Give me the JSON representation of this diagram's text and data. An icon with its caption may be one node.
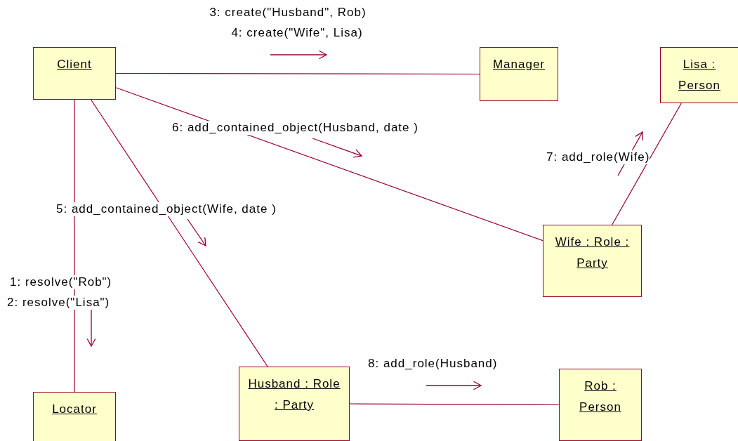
{
  "diagram": {
    "nodes": [
      {
        "text": [
          "Client"
        ]
      },
      {
        "text": [
          "Manager"
        ]
      },
      {
        "text": [
          "Lisa : Person"
        ]
      },
      {
        "text": [
          "Wife : Role : Party"
        ]
      },
      {
        "text": [
          "Locator"
        ]
      },
      {
        "text": [
          "Husband : Role : Party"
        ]
      },
      {
        "text": [
          "Rob : Person"
        ]
      }
    ],
    "edges": [
      {
        "from": 0,
        "to": 1,
        "arrow": "none"
      },
      {
        "from": 0,
        "to": 3,
        "arrow": "none"
      },
      {
        "from": 0,
        "to": 5,
        "arrow": "none"
      },
      {
        "from": 0,
        "to": 4,
        "arrow": "none"
      },
      {
        "from": 3,
        "to": 2,
        "arrow": "none"
      },
      {
        "from": 5,
        "to": 6,
        "arrow": "none"
      }
    ],
    "labels": [
      "3: create(\"Husband\", Rob)",
      "4: create(\"Wife\", Lisa)",
      "6: add_contained_object(Husband, date )",
      "7: add_role(Wife)",
      "5: add_contained_object(Wife, date )",
      "1: resolve(\"Rob\")",
      "2: resolve(\"Lisa\")",
      "8: add_role(Husband)"
    ]
  }
}
